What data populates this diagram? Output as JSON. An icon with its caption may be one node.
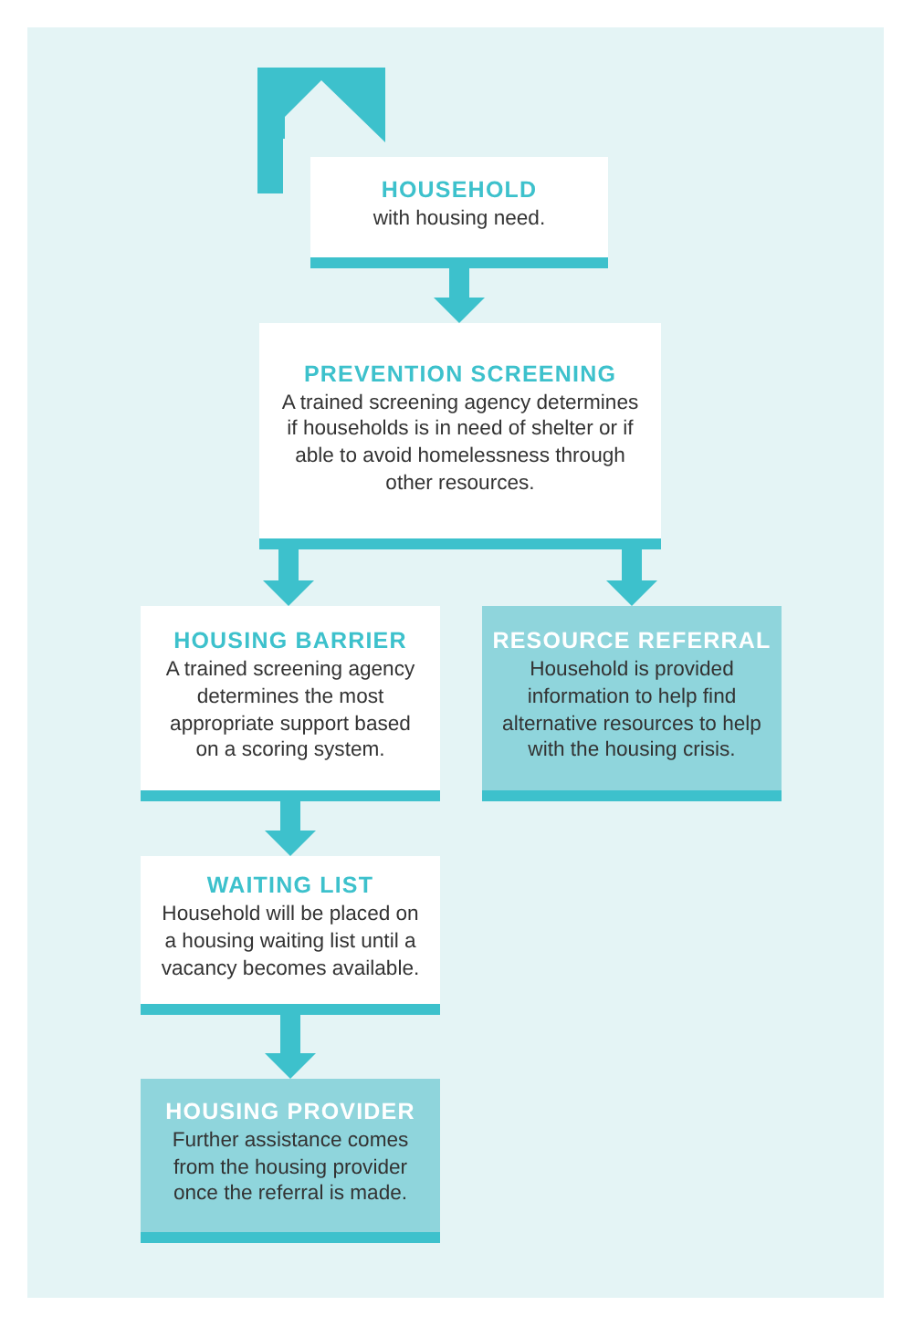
{
  "diagram": {
    "nodes": [
      {
        "text": [
          "HOUSEHOLD",
          "with housing need."
        ]
      },
      {
        "text": [
          "PREVENTION SCREENING",
          "A trained screening agency determines if households is in need of shelter or if able to avoid homelessness through other resources."
        ]
      },
      {
        "text": [
          "HOUSING BARRIER",
          "A trained screening agency determines the most appropriate support based on a scoring system."
        ]
      },
      {
        "text": [
          "RESOURCE REFERRAL",
          "Household is provided information to help find alternative resources to help with the housing crisis."
        ]
      },
      {
        "text": [
          "WAITING LIST",
          "Household will be placed on a housing waiting list until a vacancy becomes available."
        ]
      },
      {
        "text": [
          "HOUSING PROVIDER",
          "Further assistance comes from the housing provider once the referral is made."
        ]
      }
    ],
    "edges": [
      {
        "from": 0,
        "to": 1,
        "arrow": "to"
      },
      {
        "from": 1,
        "to": 2,
        "arrow": "to"
      },
      {
        "from": 1,
        "to": 3,
        "arrow": "to"
      },
      {
        "from": 2,
        "to": 4,
        "arrow": "to"
      },
      {
        "from": 4,
        "to": 5,
        "arrow": "to"
      }
    ]
  }
}
